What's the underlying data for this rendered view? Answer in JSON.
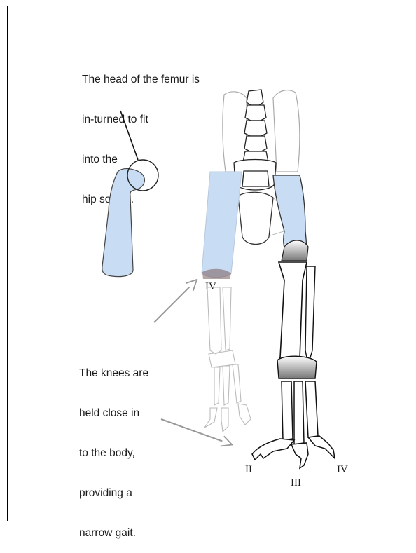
{
  "annotations": {
    "femur_note": [
      "The head of the femur is",
      "in-turned to fit",
      "into the",
      "hip socket."
    ],
    "knee_note": [
      "The knees are",
      "held close in",
      "to the body,",
      "providing a",
      "narrow gait."
    ]
  },
  "digit_labels": {
    "left_leg": "IV",
    "toe_2": "II",
    "toe_3": "III",
    "toe_4": "IV"
  },
  "colors": {
    "femur_highlight": "#c8dcf3",
    "bone_outline": "#111111",
    "faded_outline": "#aaaaaa"
  }
}
